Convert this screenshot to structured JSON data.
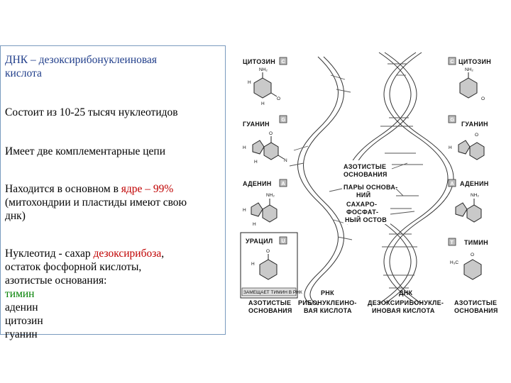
{
  "text": {
    "line1": "ДНК – дезоксирибонуклеиновая",
    "line2": "кислота",
    "p2": "Состоит из 10-25 тысяч нуклеотидов",
    "p3": "Имеет две комплементарные цепи",
    "p4_a": "Находится в основном в ",
    "p4_red": "ядре – 99%",
    "p4_b": "(митохондрии и пластиды имеют свою",
    "p4_c": "днк)",
    "p5_a": " Нуклеотид - сахар ",
    "p5_red": "дезоксирибоза",
    "p5_b": ",",
    "p5_c": "остаток фосфорной кислоты,",
    "p5_d": "азотистые основания:",
    "base1": "тимин",
    "base2": "аденин",
    "base3": "цитозин",
    "base4": "гуанин"
  },
  "figure": {
    "left_bases": [
      {
        "name": "ЦИТОЗИН",
        "letter": "C"
      },
      {
        "name": "ГУАНИН",
        "letter": "G"
      },
      {
        "name": "АДЕНИН",
        "letter": "A"
      }
    ],
    "uracil": {
      "name": "УРАЦИЛ",
      "letter": "U",
      "note": "ЗАМЕЩАЕТ ТИМИН В РНК"
    },
    "right_bases": [
      {
        "name": "ЦИТОЗИН",
        "letter": "C"
      },
      {
        "name": "ГУАНИН",
        "letter": "G"
      },
      {
        "name": "АДЕНИН",
        "letter": "A"
      },
      {
        "name": "ТИМИН",
        "letter": "T"
      }
    ],
    "callouts": {
      "c1a": "АЗОТИСТЫЕ",
      "c1b": "ОСНОВАНИЯ",
      "c2a": "ПАРЫ ОСНОВА-",
      "c2b": "НИЙ",
      "c3a": "САХАРО-",
      "c3b": "ФОСФАТ-",
      "c3c": "НЫЙ ОСТОВ"
    },
    "rna_label": "РНК",
    "dna_label": "ДНК",
    "bottom_left_a": "АЗОТИСТЫЕ",
    "bottom_left_b": "ОСНОВАНИЯ",
    "bottom_rna_a": "РИБОНУКЛЕИНО-",
    "bottom_rna_b": "ВАЯ КИСЛОТА",
    "bottom_dna_a": "ДЕЗОКСИРИБОНУКЛЕ-",
    "bottom_dna_b": "ИНОВАЯ КИСЛОТА",
    "bottom_right_a": "АЗОТИСТЫЕ",
    "bottom_right_b": "ОСНОВАНИЯ",
    "atoms": {
      "nh2": "NH₂",
      "h": "H",
      "n": "N",
      "o": "O",
      "ch3": "H₃C"
    }
  }
}
